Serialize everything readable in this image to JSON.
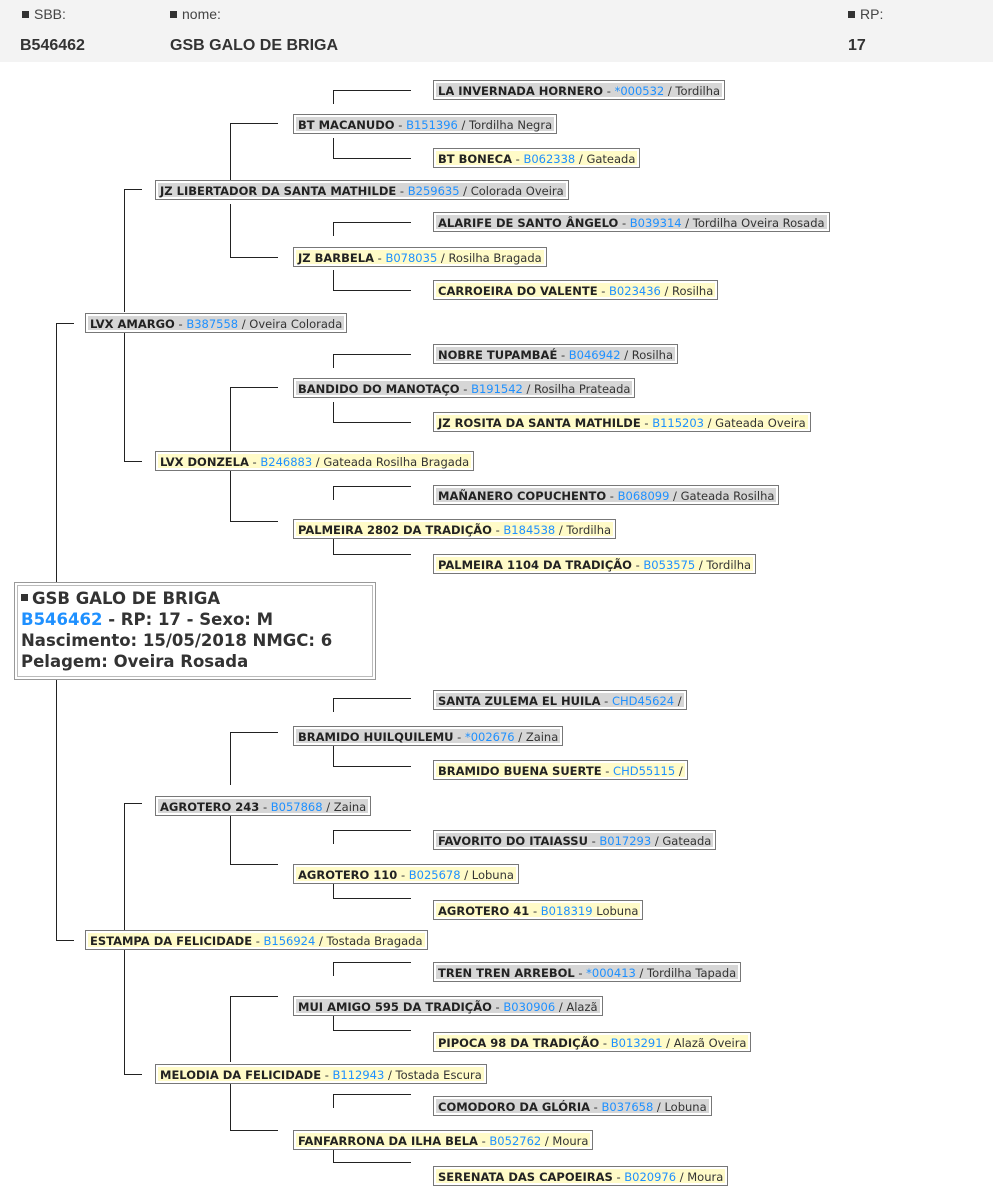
{
  "header": {
    "sbb_label": "SBB:",
    "nome_label": "nome:",
    "rp_label": "RP:",
    "sbb_value": "B546462",
    "nome_value": "GSB GALO DE BRIGA",
    "rp_value": "17"
  },
  "main": {
    "name": "GSB GALO DE BRIGA",
    "code": "B546462",
    "line2_rest": "- RP: 17 - Sexo: M",
    "line3": "Nascimento: 15/05/2018 NMGC: 6",
    "line4": "Pelagem: Oveira Rosada"
  },
  "tree": {
    "n0": {
      "name": "LA INVERNADA HORNERO",
      "code": "*000532",
      "coat": "Tordilha"
    },
    "n1": {
      "name": "BT MACANUDO",
      "code": "B151396",
      "coat": "Tordilha Negra"
    },
    "n2": {
      "name": "BT BONECA",
      "code": "B062338",
      "coat": "Gateada"
    },
    "n3": {
      "name": "JZ LIBERTADOR DA SANTA MATHILDE",
      "code": "B259635",
      "coat": "Colorada Oveira"
    },
    "n4": {
      "name": "ALARIFE DE SANTO ÂNGELO",
      "code": "B039314",
      "coat": "Tordilha Oveira Rosada"
    },
    "n5": {
      "name": "JZ BARBELA",
      "code": "B078035",
      "coat": "Rosilha Bragada"
    },
    "n6": {
      "name": "CARROEIRA DO VALENTE",
      "code": "B023436",
      "coat": "Rosilha"
    },
    "n7": {
      "name": "LVX AMARGO",
      "code": "B387558",
      "coat": "Oveira Colorada"
    },
    "n8": {
      "name": "NOBRE TUPAMBAÉ",
      "code": "B046942",
      "coat": "Rosilha"
    },
    "n9": {
      "name": "BANDIDO DO MANOTAÇO",
      "code": "B191542",
      "coat": "Rosilha Prateada"
    },
    "n10": {
      "name": "JZ ROSITA DA SANTA MATHILDE",
      "code": "B115203",
      "coat": "Gateada Oveira"
    },
    "n11": {
      "name": "LVX DONZELA",
      "code": "B246883",
      "coat": "Gateada Rosilha Bragada"
    },
    "n12": {
      "name": "MAÑANERO COPUCHENTO",
      "code": "B068099",
      "coat": "Gateada Rosilha"
    },
    "n13": {
      "name": "PALMEIRA 2802 DA TRADIÇÃO",
      "code": "B184538",
      "coat": "Tordilha"
    },
    "n14": {
      "name": "PALMEIRA 1104 DA TRADIÇÃO",
      "code": "B053575",
      "coat": "Tordilha"
    },
    "n15": {
      "name": "SANTA ZULEMA EL HUILA",
      "code": "CHD45624",
      "coat": ""
    },
    "n16": {
      "name": "BRAMIDO HUILQUILEMU",
      "code": "*002676",
      "coat": "Zaina"
    },
    "n17": {
      "name": "BRAMIDO BUENA SUERTE",
      "code": "CHD55115",
      "coat": ""
    },
    "n18": {
      "name": "AGROTERO 243",
      "code": "B057868",
      "coat": "Zaina"
    },
    "n19": {
      "name": "FAVORITO DO ITAIASSU",
      "code": "B017293",
      "coat": "Gateada"
    },
    "n20": {
      "name": "AGROTERO 110",
      "code": "B025678",
      "coat": "Lobuna"
    },
    "n21": {
      "name": "AGROTERO 41",
      "code": "B018319",
      "coat": "Lobuna"
    },
    "n22": {
      "name": "ESTAMPA DA FELICIDADE",
      "code": "B156924",
      "coat": "Tostada Bragada"
    },
    "n23": {
      "name": "TREN TREN ARREBOL",
      "code": "*000413",
      "coat": "Tordilha Tapada"
    },
    "n24": {
      "name": "MUI AMIGO 595 DA TRADIÇÃO",
      "code": "B030906",
      "coat": "Alazã"
    },
    "n25": {
      "name": "PIPOCA 98 DA TRADIÇÃO",
      "code": "B013291",
      "coat": "Alazã Oveira"
    },
    "n26": {
      "name": "MELODIA DA FELICIDADE",
      "code": "B112943",
      "coat": "Tostada Escura"
    },
    "n27": {
      "name": "COMODORO DA GLÓRIA",
      "code": "B037658",
      "coat": "Lobuna"
    },
    "n28": {
      "name": "FANFARRONA DA ILHA BELA",
      "code": "B052762",
      "coat": "Moura"
    },
    "n29": {
      "name": "SERENATA DAS CAPOEIRAS",
      "code": "B020976",
      "coat": "Moura"
    }
  }
}
